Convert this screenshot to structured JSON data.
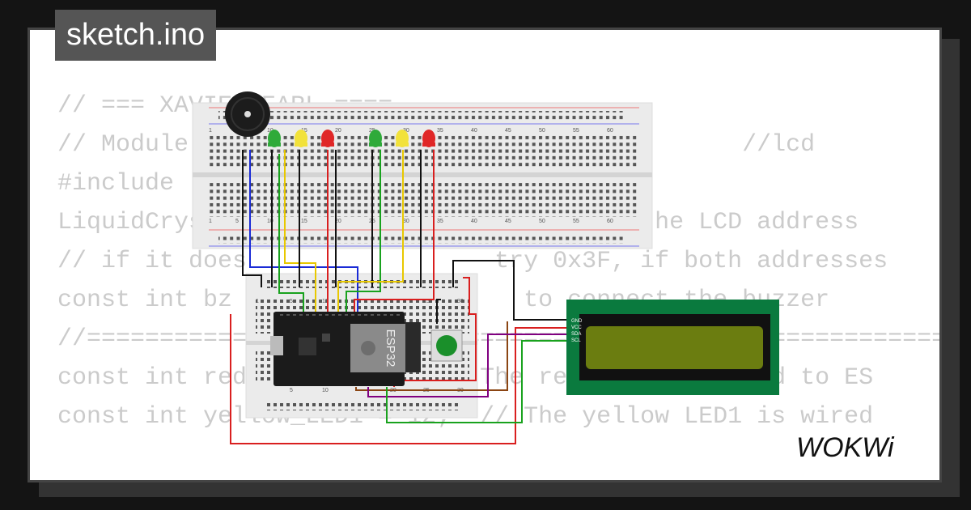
{
  "project": {
    "filename": "sketch.ino",
    "brand": "WOKWi"
  },
  "code_lines": [
    "// === XAVIER EARL ====",
    "// Module                                      //lcd",
    "#include",
    "",
    "LiquidCrystal_I2C lcd(0x27,16,2); //set the LCD address",
    "// if it does                 try 0x3F, if both addresses",
    "",
    "const int bz                    to connect the buzzer",
    "//===========================================================",
    "const int red_LED1 = 14;  // The red LED1 is wired to ES",
    "const int yellow_LED1 = 12;  // The yellow LED1 is wired"
  ],
  "esp32": {
    "label": "ESP32"
  },
  "lcd": {
    "pins": [
      "GND",
      "VCC",
      "SDA",
      "SCL"
    ]
  },
  "breadboard_numbers": [
    "1",
    "5",
    "10",
    "15",
    "20",
    "25",
    "30",
    "35",
    "40",
    "45",
    "50",
    "55",
    "60"
  ],
  "colors": {
    "led_green": "#2faa3a",
    "led_yellow": "#f2e23a",
    "led_red": "#e02727",
    "lcd_board": "#0a7a3e",
    "lcd_screen": "#6b7d10",
    "button": "#1a8f2a"
  }
}
